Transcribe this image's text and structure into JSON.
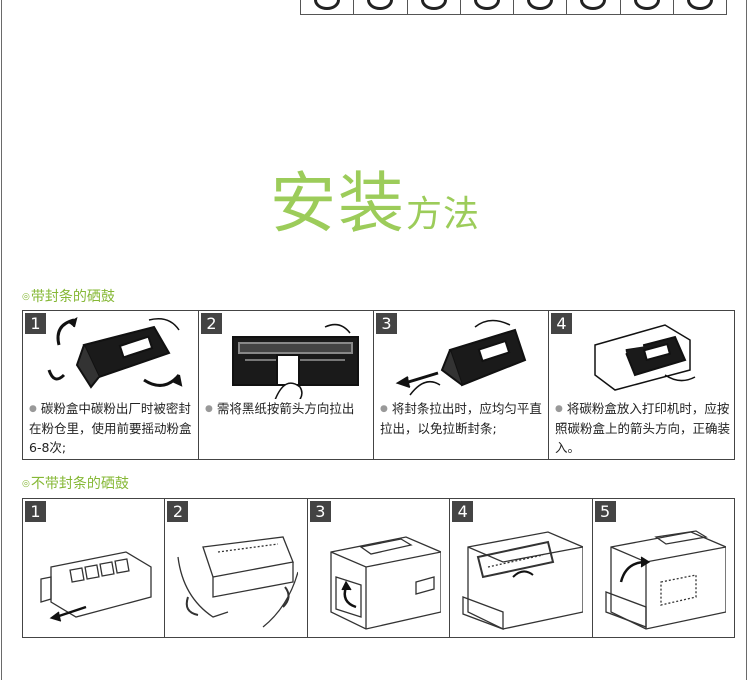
{
  "title": {
    "big": "安装",
    "small": "方法"
  },
  "section1": {
    "heading": "带封条的硒鼓",
    "steps": [
      {
        "num": "1",
        "text": "碳粉盒中碳粉出厂时被密封在粉仓里，使用前要摇动粉盒6-8次;"
      },
      {
        "num": "2",
        "text": "需将黑纸按箭头方向拉出"
      },
      {
        "num": "3",
        "text": "将封条拉出时，应均匀平直拉出，以免拉断封条;"
      },
      {
        "num": "4",
        "text": "将碳粉盒放入打印机时，应按照碳粉盒上的箭头方向，正确装入。"
      }
    ]
  },
  "section2": {
    "heading": "不带封条的硒鼓",
    "steps": [
      {
        "num": "1"
      },
      {
        "num": "2"
      },
      {
        "num": "3"
      },
      {
        "num": "4"
      },
      {
        "num": "5"
      }
    ]
  },
  "colors": {
    "accent": "#9ccc5a",
    "heading": "#86b836",
    "badge": "#444444"
  }
}
